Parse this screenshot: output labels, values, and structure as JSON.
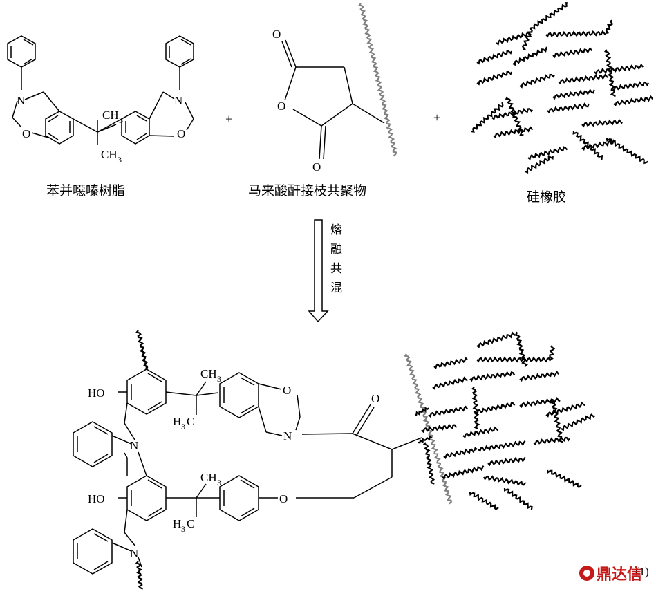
{
  "labels": {
    "benzoxazine": "苯并噁嗪树脂",
    "maleic_graft": "马来酸酐接枝共聚物",
    "silicone": "硅橡胶",
    "plus": "+",
    "process_chars": [
      "熔",
      "融",
      "共",
      "混"
    ],
    "eq_number": "(1)",
    "watermark": "鼎达信"
  },
  "atoms": {
    "N": "N",
    "O": "O",
    "HO": "HO",
    "CH3": "CH",
    "H3C": "H",
    "sub3": "3",
    "C_right": "C"
  },
  "colors": {
    "ink": "#000000",
    "grey_chain": "#808080",
    "watermark": "#c51a1a"
  }
}
